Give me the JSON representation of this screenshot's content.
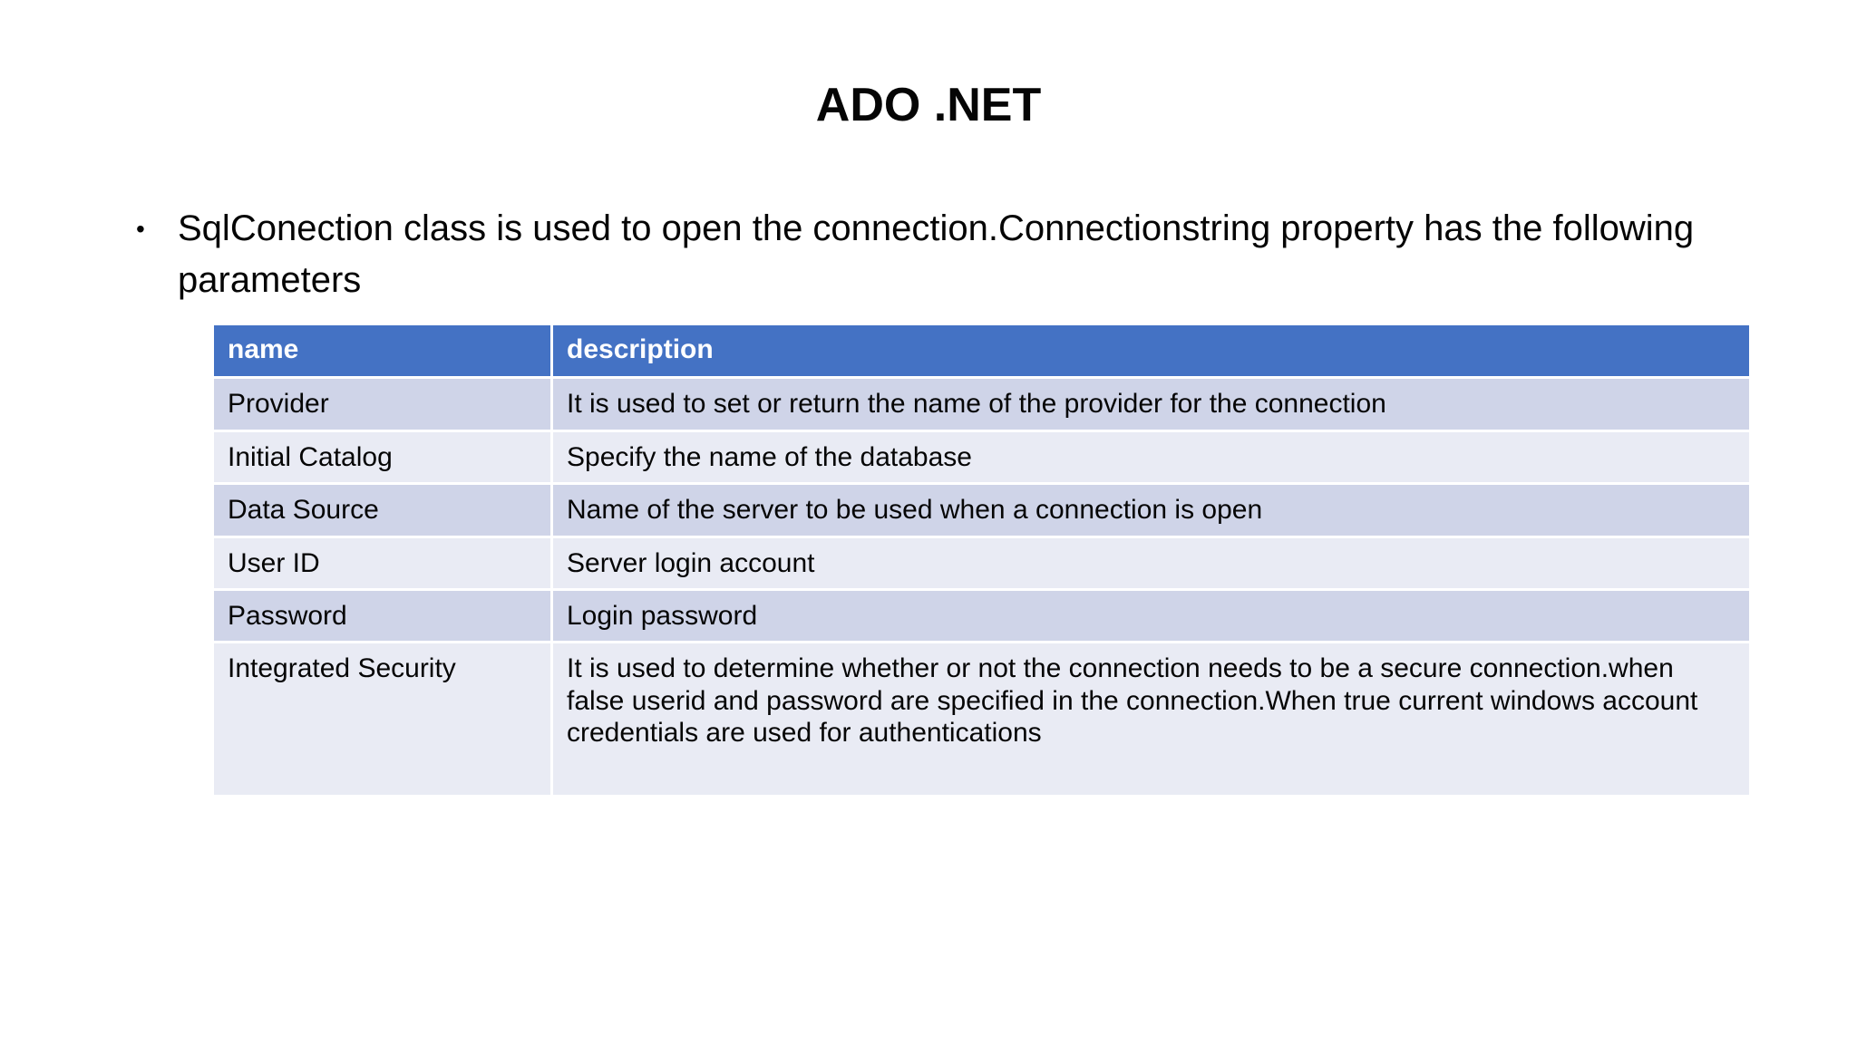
{
  "slide": {
    "title": "ADO .NET",
    "bullet": {
      "marker": "•",
      "text": "SqlConection class is used to open the connection.Connectionstring property has the following parameters"
    },
    "table": {
      "columns": [
        "name",
        "description"
      ],
      "rows": [
        {
          "name": "Provider",
          "description": "It is used to set or return the name of the provider for the connection"
        },
        {
          "name": "Initial Catalog",
          "description": "Specify the name of the database"
        },
        {
          "name": "Data Source",
          "description": "Name of the server to be used when a connection is open"
        },
        {
          "name": "User ID",
          "description": "Server login account"
        },
        {
          "name": "Password",
          "description": "Login password"
        },
        {
          "name": "Integrated Security",
          "description": "It is used to determine whether or not the connection needs to be a secure connection.when false userid and password are specified in the connection.When true current windows account credentials are used for authentications"
        }
      ]
    },
    "colors": {
      "header_bg": "#4472C4",
      "header_text": "#FFFFFF",
      "row_odd_bg": "#CFD4E8",
      "row_even_bg": "#E9EBF4",
      "body_text": "#050505",
      "slide_bg": "#FFFFFF"
    }
  }
}
